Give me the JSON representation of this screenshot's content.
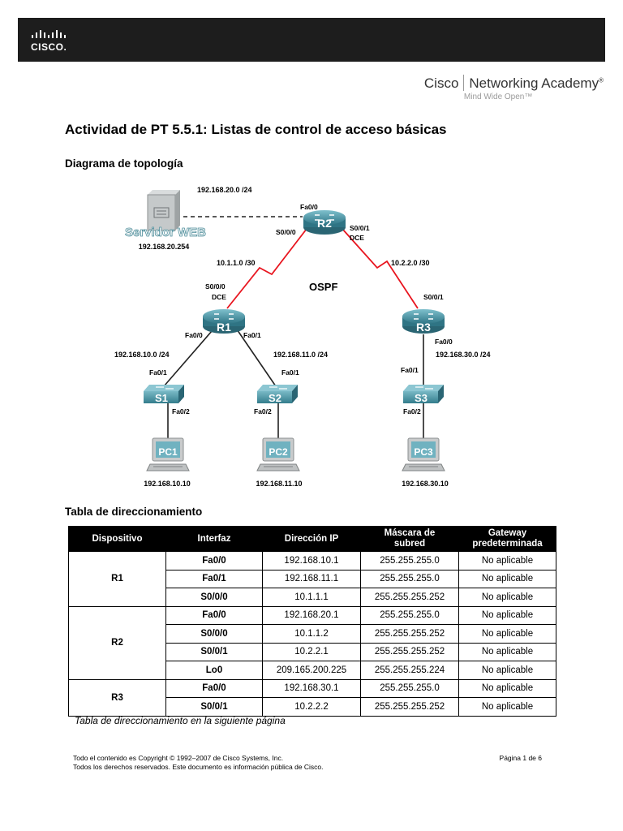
{
  "header": {
    "logo_text": "CISCO.",
    "academy_brand_left": "Cisco",
    "academy_brand_right": "Networking Academy",
    "academy_trademark": "®",
    "academy_tagline": "Mind Wide Open™"
  },
  "document": {
    "title": "Actividad de PT 5.5.1: Listas de control de acceso básicas",
    "topology_heading": "Diagrama de topología",
    "table_heading": "Tabla de direccionamiento",
    "table_caption": "Tabla de direccionamiento en la siguiente página"
  },
  "topology": {
    "protocol": "OSPF",
    "server": {
      "name": "Servidor WEB",
      "ip": "192.168.20.254",
      "network": "192.168.20.0 /24"
    },
    "routers": {
      "r1": "R1",
      "r2": "R2",
      "r3": "R3"
    },
    "switches": {
      "s1": "S1",
      "s2": "S2",
      "s3": "S3"
    },
    "pcs": [
      {
        "name": "PC1",
        "ip": "192.168.10.10"
      },
      {
        "name": "PC2",
        "ip": "192.168.11.10"
      },
      {
        "name": "PC3",
        "ip": "192.168.30.10"
      }
    ],
    "links": {
      "r1_r2_net": "10.1.1.0 /30",
      "r2_r3_net": "10.2.2.0 /30",
      "r1_s1_net": "192.168.10.0 /24",
      "r1_s2_net": "192.168.11.0 /24",
      "r3_s3_net": "192.168.30.0 /24"
    },
    "interfaces": {
      "r2_fa00": "Fa0/0",
      "r2_s000": "S0/0/0",
      "r2_s001": "S0/0/1",
      "r2_dce": "DCE",
      "r1_s000": "S0/0/0",
      "r1_dce": "DCE",
      "r1_fa00": "Fa0/0",
      "r1_fa01": "Fa0/1",
      "r3_s001": "S0/0/1",
      "r3_fa00": "Fa0/0",
      "s1_fa01": "Fa0/1",
      "s1_fa02": "Fa0/2",
      "s2_fa01": "Fa0/1",
      "s2_fa02": "Fa0/2",
      "s3_fa01": "Fa0/1",
      "s3_fa02": "Fa0/2"
    }
  },
  "table": {
    "headers": [
      "Dispositivo",
      "Interfaz",
      "Dirección IP",
      "Máscara de subred",
      "Gateway predeterminada"
    ],
    "header_mask_lines": [
      "Máscara de",
      "subred"
    ],
    "header_gw_lines": [
      "Gateway",
      "predeterminada"
    ],
    "groups": [
      {
        "device": "R1",
        "rows": [
          [
            "Fa0/0",
            "192.168.10.1",
            "255.255.255.0",
            "No aplicable"
          ],
          [
            "Fa0/1",
            "192.168.11.1",
            "255.255.255.0",
            "No aplicable"
          ],
          [
            "S0/0/0",
            "10.1.1.1",
            "255.255.255.252",
            "No aplicable"
          ]
        ]
      },
      {
        "device": "R2",
        "rows": [
          [
            "Fa0/0",
            "192.168.20.1",
            "255.255.255.0",
            "No aplicable"
          ],
          [
            "S0/0/0",
            "10.1.1.2",
            "255.255.255.252",
            "No aplicable"
          ],
          [
            "S0/0/1",
            "10.2.2.1",
            "255.255.255.252",
            "No aplicable"
          ],
          [
            "Lo0",
            "209.165.200.225",
            "255.255.255.224",
            "No aplicable"
          ]
        ]
      },
      {
        "device": "R3",
        "rows": [
          [
            "Fa0/0",
            "192.168.30.1",
            "255.255.255.0",
            "No aplicable"
          ],
          [
            "S0/0/1",
            "10.2.2.2",
            "255.255.255.252",
            "No aplicable"
          ]
        ]
      }
    ]
  },
  "footer": {
    "copyright_line1": "Todo el contenido es Copyright © 1992–2007 de Cisco Systems, Inc.",
    "copyright_line2": "Todos los derechos reservados. Este documento es información pública de Cisco.",
    "page": "Página 1 de 6"
  },
  "colors": {
    "topbar": "#1d1d1d",
    "serial_link": "#e8141e",
    "device_teal": "#3f8a99"
  }
}
